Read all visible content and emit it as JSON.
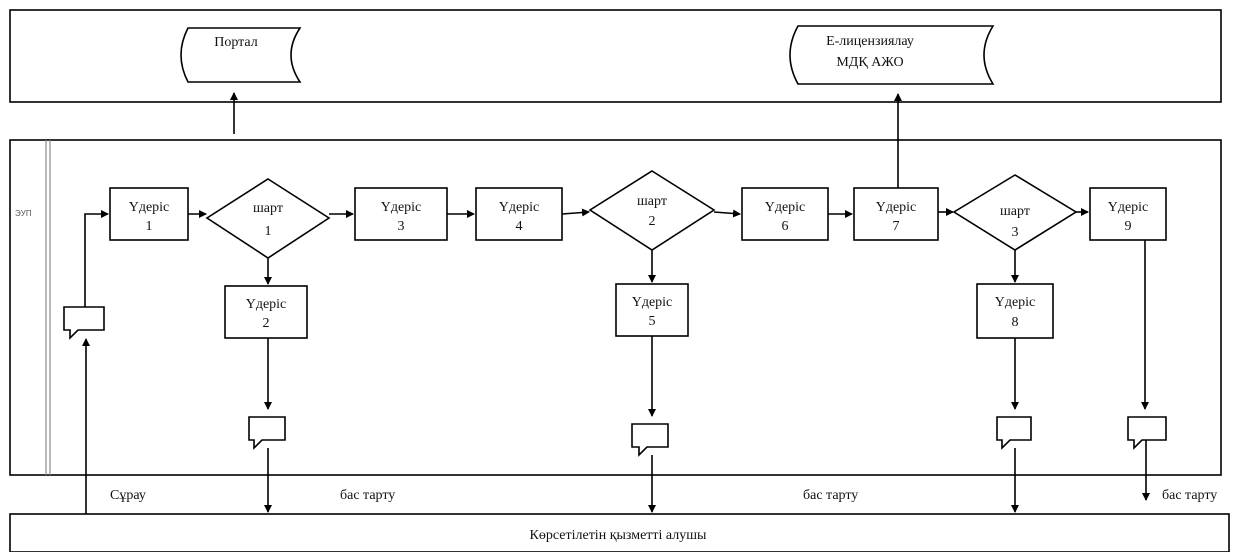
{
  "lanes": {
    "state_body": "ЭУП",
    "recipient": "Көрсетілетін қызметті алушы"
  },
  "systems": {
    "portal": "Портал",
    "elicense_line1": "Е-лицензиялау",
    "elicense_line2": "МДҚ  АЖО"
  },
  "processes": {
    "p1": [
      "Үдеріс",
      "1"
    ],
    "p2": [
      "Үдеріс",
      "2"
    ],
    "p3": [
      "Үдеріс",
      "3"
    ],
    "p4": [
      "Үдеріс",
      "4"
    ],
    "p5": [
      "Үдеріс",
      "5"
    ],
    "p6": [
      "Үдеріс",
      "6"
    ],
    "p7": [
      "Үдеріс",
      "7"
    ],
    "p8": [
      "Үдеріс",
      "8"
    ],
    "p9": [
      "Үдеріс",
      "9"
    ]
  },
  "conditions": {
    "c1": [
      "шарт",
      "1"
    ],
    "c2": [
      "шарт",
      "2"
    ],
    "c3": [
      "шарт",
      "3"
    ]
  },
  "flow_labels": {
    "request": "Сұрау",
    "refusal_1": "бас тарту",
    "refusal_2": "бас тарту",
    "refusal_3": "бас тарту"
  }
}
